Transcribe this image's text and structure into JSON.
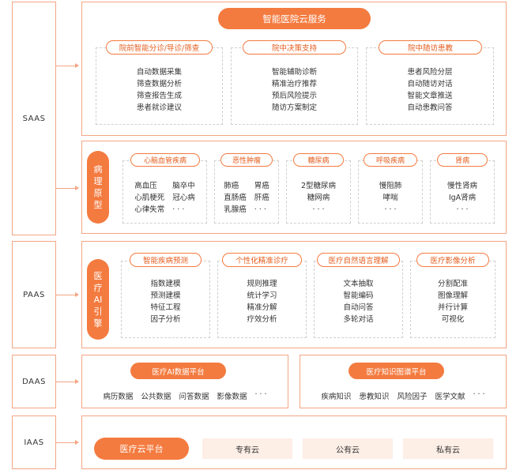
{
  "layers": [
    {
      "label": "SAAS"
    },
    {
      "label": "PAAS"
    },
    {
      "label": "DAAS"
    },
    {
      "label": "IAAS"
    }
  ],
  "saas": {
    "title": "智能医院云服务",
    "columns": [
      {
        "title": "院前智能分诊/导诊/筛查",
        "items": [
          "自动数据采集",
          "筛查数据分析",
          "筛查报告生成",
          "患者就诊建议"
        ]
      },
      {
        "title": "院中决策支持",
        "items": [
          "智能辅助诊断",
          "精准治疗推荐",
          "预后风险提示",
          "随访方案制定"
        ]
      },
      {
        "title": "院中随访患教",
        "items": [
          "患者风险分层",
          "自动随访对话",
          "智能文章推送",
          "自动患教问答"
        ]
      }
    ]
  },
  "pathology": {
    "label_chars": [
      "病",
      "理",
      "原",
      "型"
    ],
    "columns": [
      {
        "title": "心脑血管疾病",
        "items": [
          [
            "高血压",
            "脑卒中"
          ],
          [
            "心肌梗死",
            "冠心病"
          ],
          [
            "心律失常",
            "· · ·"
          ]
        ]
      },
      {
        "title": "恶性肿瘤",
        "items": [
          [
            "肺癌",
            "胃癌"
          ],
          [
            "直肠癌",
            "肝癌"
          ],
          [
            "乳腺癌",
            "· · ·"
          ]
        ]
      },
      {
        "title": "糖尿病",
        "items": [
          "2型糖尿病",
          "糖网病",
          "· · ·"
        ]
      },
      {
        "title": "呼吸疾病",
        "items": [
          "慢阻肺",
          "哮喘",
          "· · ·"
        ]
      },
      {
        "title": "肾病",
        "items": [
          "慢性肾病",
          "IgA肾病",
          "· · ·"
        ]
      }
    ]
  },
  "paas": {
    "label_chars": [
      "医",
      "疗",
      "AI",
      "引",
      "擎"
    ],
    "columns": [
      {
        "title": "智能疾病预测",
        "items": [
          "指数建模",
          "预测建模",
          "特征工程",
          "因子分析"
        ]
      },
      {
        "title": "个性化精准诊疗",
        "items": [
          "规则推理",
          "统计学习",
          "精准分解",
          "疗效分析"
        ]
      },
      {
        "title": "医疗自然语言理解",
        "items": [
          "文本抽取",
          "智能编码",
          "自动问答",
          "多轮对话"
        ]
      },
      {
        "title": "医疗影像分析",
        "items": [
          "分割配准",
          "图像理解",
          "并行计算",
          "可视化"
        ]
      }
    ]
  },
  "daas": {
    "left": {
      "title": "医疗AI数据平台",
      "items": [
        "病历数据",
        "公共数据",
        "问答数据",
        "影像数据",
        "· · ·"
      ]
    },
    "right": {
      "title": "医疗知识图谱平台",
      "items": [
        "疾病知识",
        "患教知识",
        "风险因子",
        "医学文献",
        "· · ·"
      ]
    }
  },
  "iaas": {
    "title": "医疗云平台",
    "clouds": [
      "专有云",
      "公有云",
      "私有云"
    ]
  }
}
